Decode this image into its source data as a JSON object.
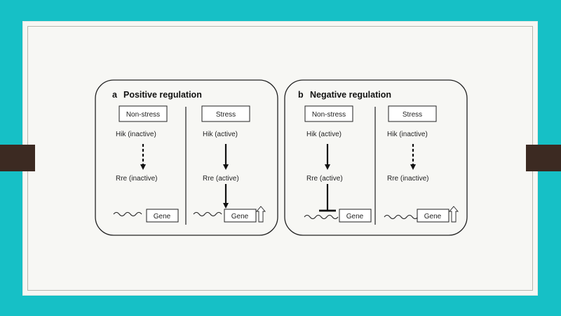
{
  "panels": [
    {
      "letter": "a",
      "title": "Positive regulation",
      "left": {
        "condition": "Non-stress",
        "hik": "Hik (inactive)",
        "rre": "Rre (inactive)",
        "gene": "Gene"
      },
      "right": {
        "condition": "Stress",
        "hik": "Hik (active)",
        "rre": "Rre (active)",
        "gene": "Gene"
      }
    },
    {
      "letter": "b",
      "title": "Negative regulation",
      "left": {
        "condition": "Non-stress",
        "hik": "Hik (active)",
        "rre": "Rre (active)",
        "gene": "Gene"
      },
      "right": {
        "condition": "Stress",
        "hik": "Hik (inactive)",
        "rre": "Rre (inactive)",
        "gene": "Gene"
      }
    }
  ],
  "colors": {
    "background": "#16c0c6",
    "slide": "#f7f7f4",
    "tab": "#3c2a22",
    "ink": "#111111"
  }
}
